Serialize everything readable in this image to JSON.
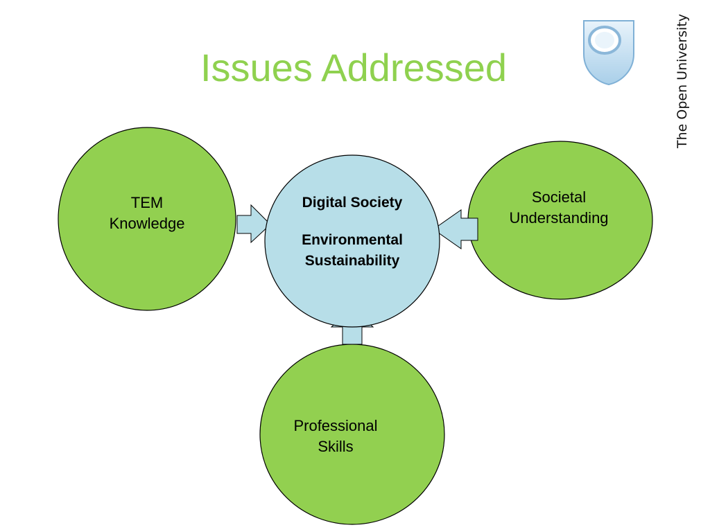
{
  "slide": {
    "title": "Issues Addressed"
  },
  "logo": {
    "text": "The Open University"
  },
  "center": {
    "line1": "Digital Society",
    "line2": "Environmental",
    "line3": "Sustainability"
  },
  "nodes": {
    "tem": {
      "line1": "TEM",
      "line2": "Knowledge"
    },
    "societal": {
      "line1": "Societal",
      "line2": "Understanding"
    },
    "professional": {
      "line1": "Professional",
      "line2": "Skills"
    }
  },
  "colors": {
    "title": "#8fd14f",
    "green_node": "#92d050",
    "center_node": "#b7dee8",
    "arrow": "#b7dee8",
    "outline": "#000000"
  }
}
